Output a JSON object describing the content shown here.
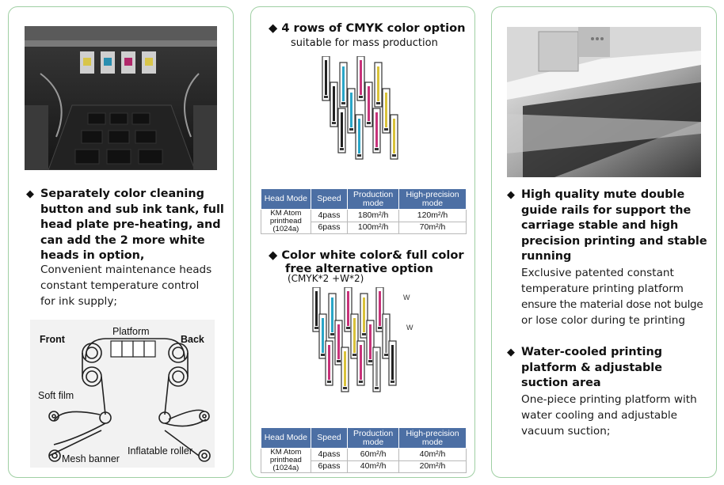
{
  "left_panel": {
    "bullet_title": "Separately color cleaning button and sub ink tank, full head plate pre-heating, and can add the 2 more white heads in option,",
    "title_lines": [
      "Separately color cleaning",
      "button and sub ink tank, full",
      "head plate pre-heating, and",
      "can add the 2 more white",
      "heads in option,"
    ],
    "body_lines": [
      "Convenient maintenance heads",
      "constant temperature control",
      "for ink supply;"
    ],
    "diagram": {
      "front": "Front",
      "back": "Back",
      "platform": "Platform",
      "soft_film": "Soft film",
      "mesh_banner": "Mesh banner",
      "inflatable_roller": "Inflatable roller"
    }
  },
  "middle_panel": {
    "section1": {
      "title": "4 rows of CMYK color option",
      "subtitle": "suitable for mass production",
      "table": {
        "headers": [
          "Head Mode",
          "Speed",
          "Production mode",
          "High-precision mode"
        ],
        "header_lines": [
          [
            "Head Mode"
          ],
          [
            "Speed"
          ],
          [
            "Production",
            "mode"
          ],
          [
            "High-precision",
            "mode"
          ]
        ],
        "head_label": [
          "KM Atom",
          "printhead",
          "(1024a)"
        ],
        "rows": [
          {
            "speed": "4pass",
            "production": "180m²/h",
            "high_precision": "120m²/h"
          },
          {
            "speed": "6pass",
            "production": "100m²/h",
            "high_precision": "70m²/h"
          }
        ]
      }
    },
    "section2": {
      "title_lines": [
        "Color white color& full color",
        "free  alternative option"
      ],
      "subtitle": "(CMYK*2 +W*2)",
      "w_label": "W",
      "table": {
        "header_lines": [
          [
            "Head Mode"
          ],
          [
            "Speed"
          ],
          [
            "Production",
            "mode"
          ],
          [
            "High-precision",
            "mode"
          ]
        ],
        "head_label": [
          "KM Atom",
          "printhead",
          "(1024a)"
        ],
        "rows": [
          {
            "speed": "4pass",
            "production": "60m²/h",
            "high_precision": "40m²/h"
          },
          {
            "speed": "6pass",
            "production": "40m²/h",
            "high_precision": "20m²/h"
          }
        ]
      }
    },
    "colors": {
      "cyan": "#2aa6c8",
      "magenta": "#c8327a",
      "yellow": "#d9c23a",
      "header": "#4c6fa4"
    }
  },
  "right_panel": {
    "bullet1_title_lines": [
      "High quality mute double",
      "guide rails for support the",
      "carriage stable and high",
      "precision printing and stable",
      "running"
    ],
    "bullet1_body_lines": [
      "Exclusive patented constant",
      "temperature printing platform",
      "ensure the material dose not bulge",
      "or lose color during te printing"
    ],
    "bullet2_title_lines": [
      "Water-cooled printing",
      "platform & adjustable",
      "suction area"
    ],
    "bullet2_body_lines": [
      "One-piece printing platform with",
      "water cooling and adjustable",
      "vacuum suction;"
    ]
  }
}
